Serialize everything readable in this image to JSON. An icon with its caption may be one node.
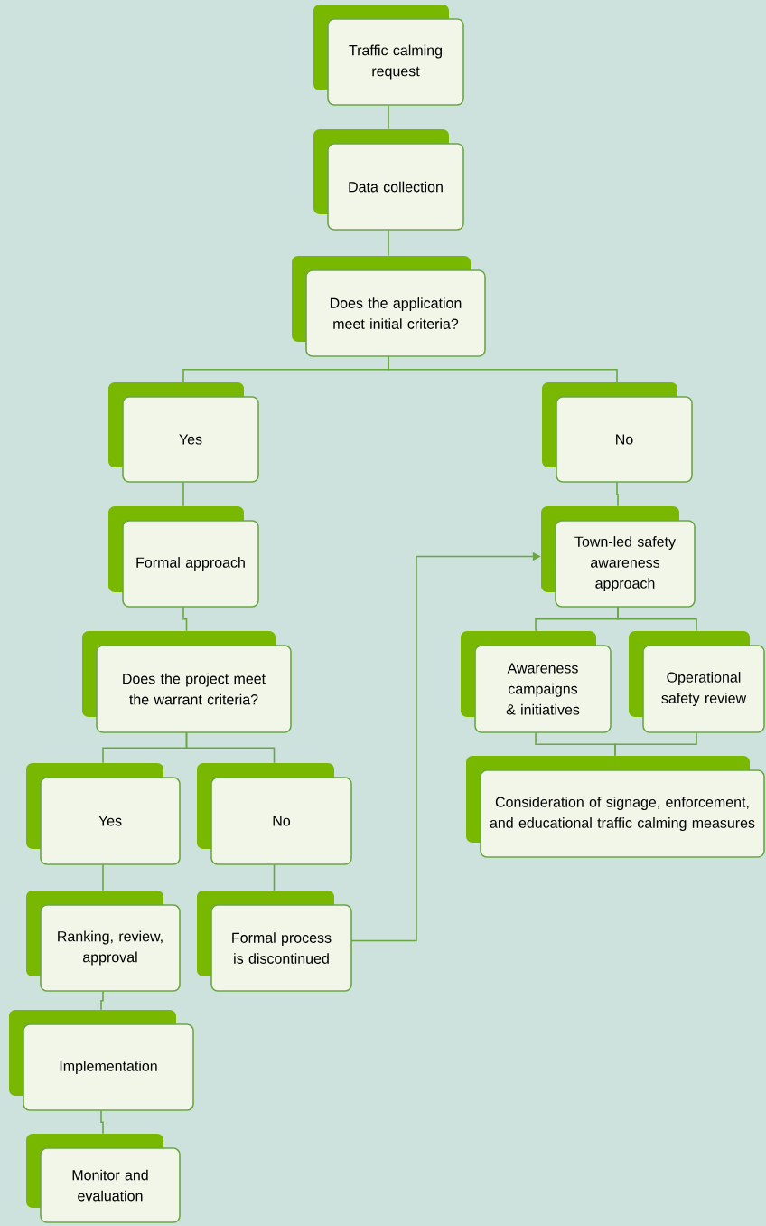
{
  "diagram": {
    "nodes": [
      {
        "text": [
          "Traffic calming request"
        ]
      },
      {
        "text": [
          "Data collection"
        ]
      },
      {
        "text": [
          "Does the application meet initial criteria?"
        ]
      },
      {
        "text": [
          "Yes"
        ]
      },
      {
        "text": [
          "No"
        ]
      },
      {
        "text": [
          "Formal approach"
        ]
      },
      {
        "text": [
          "Does the project meet the warrant criteria?"
        ]
      },
      {
        "text": [
          "Yes"
        ]
      },
      {
        "text": [
          "No"
        ]
      },
      {
        "text": [
          "Ranking, review, approval"
        ]
      },
      {
        "text": [
          "Formal process is discontinued"
        ]
      },
      {
        "text": [
          "Implementation"
        ]
      },
      {
        "text": [
          "Monitor and evaluation"
        ]
      },
      {
        "text": [
          "Town-led safety awareness approach"
        ]
      },
      {
        "text": [
          "Awareness campaigns & initiatives"
        ]
      },
      {
        "text": [
          "Operational safety review"
        ]
      },
      {
        "text": [
          "Consideration of signage, enforcement, and educational traffic calming measures"
        ]
      }
    ],
    "edges": [
      {
        "from": 0,
        "to": 1,
        "arrow": "none"
      },
      {
        "from": 1,
        "to": 2,
        "arrow": "none"
      },
      {
        "from": 2,
        "to": 3,
        "arrow": "none"
      },
      {
        "from": 2,
        "to": 4,
        "arrow": "none"
      },
      {
        "from": 3,
        "to": 5,
        "arrow": "none"
      },
      {
        "from": 5,
        "to": 6,
        "arrow": "none"
      },
      {
        "from": 6,
        "to": 7,
        "arrow": "none"
      },
      {
        "from": 6,
        "to": 8,
        "arrow": "none"
      },
      {
        "from": 7,
        "to": 9,
        "arrow": "none"
      },
      {
        "from": 8,
        "to": 10,
        "arrow": "none"
      },
      {
        "from": 9,
        "to": 11,
        "arrow": "none"
      },
      {
        "from": 11,
        "to": 12,
        "arrow": "none"
      },
      {
        "from": 10,
        "to": 13,
        "arrow": "to"
      },
      {
        "from": 4,
        "to": 13,
        "arrow": "none"
      },
      {
        "from": 13,
        "to": 14,
        "arrow": "none"
      },
      {
        "from": 13,
        "to": 15,
        "arrow": "none"
      },
      {
        "from": 14,
        "to": 16,
        "arrow": "none"
      },
      {
        "from": 15,
        "to": 16,
        "arrow": "none"
      }
    ]
  }
}
